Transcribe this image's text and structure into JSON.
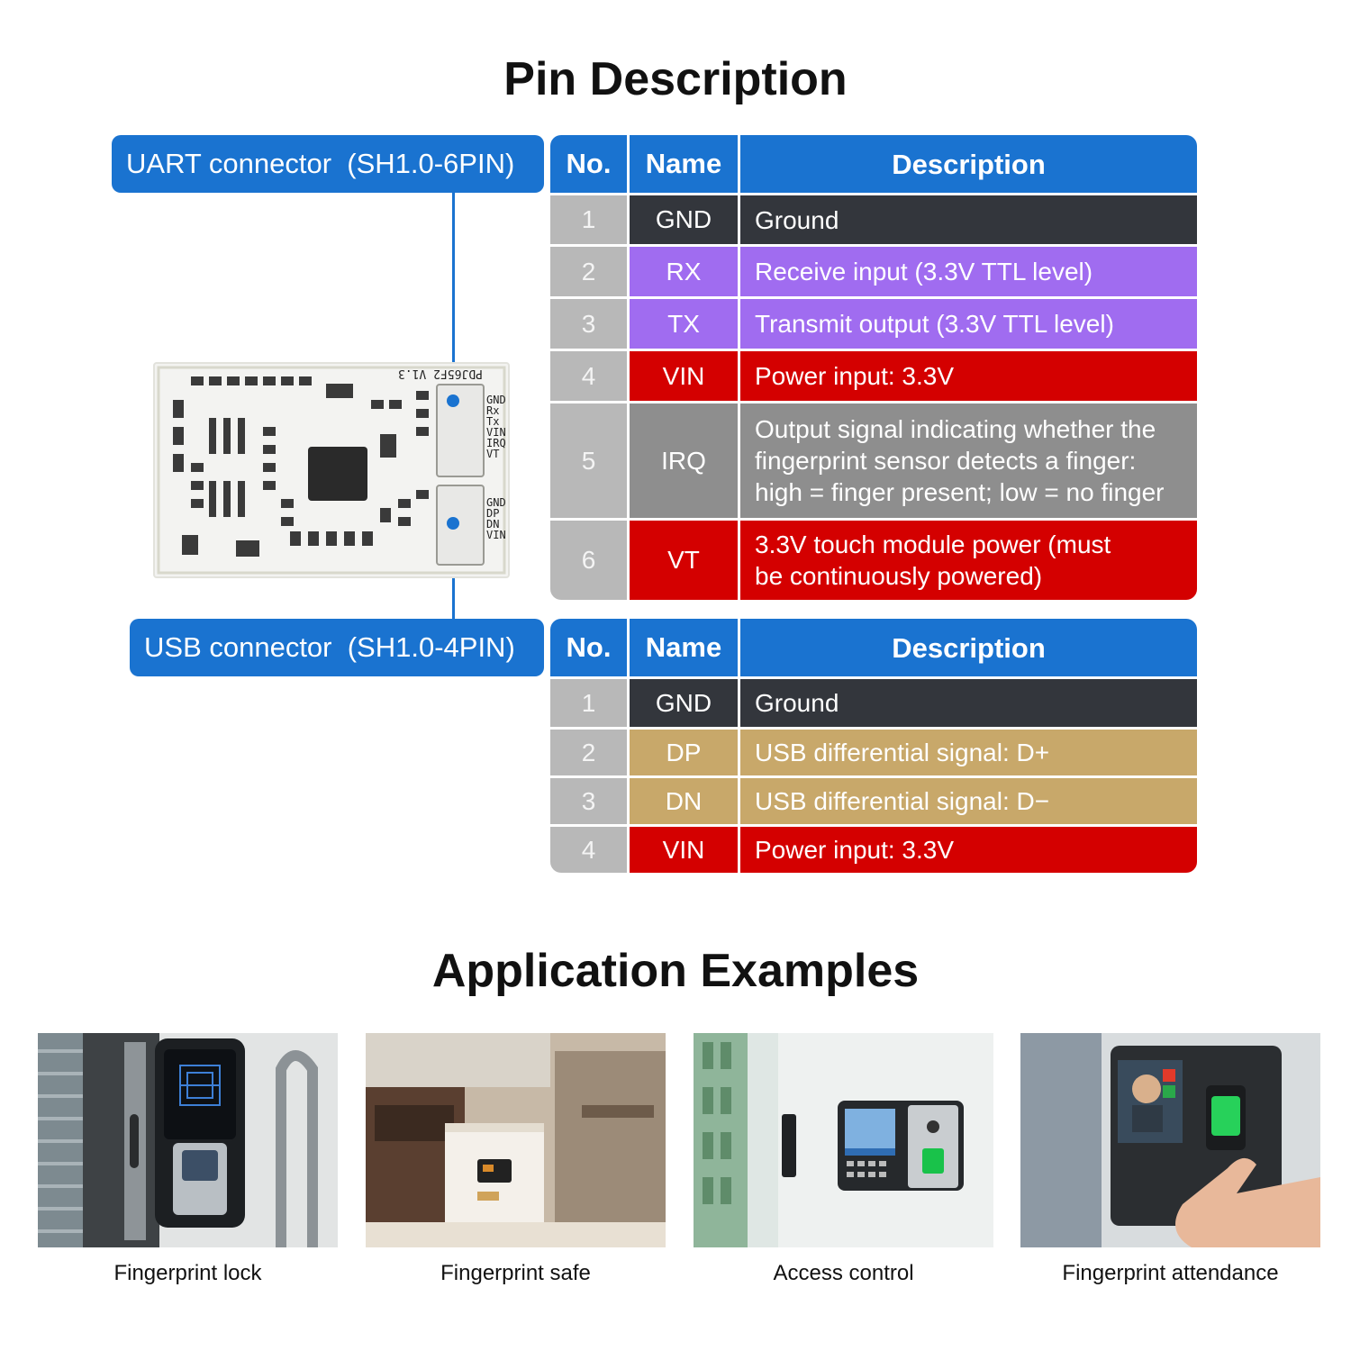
{
  "pin_description": {
    "title": "Pin Description",
    "uart": {
      "label": "UART connector  (SH1.0-6PIN)",
      "headers": {
        "no": "No.",
        "name": "Name",
        "description": "Description"
      },
      "rows": [
        {
          "no": "1",
          "name": "GND",
          "description": "Ground",
          "color": "#33363c"
        },
        {
          "no": "2",
          "name": "RX",
          "description": "Receive input (3.3V TTL level)",
          "color": "#a06cf0"
        },
        {
          "no": "3",
          "name": "TX",
          "description": "Transmit output (3.3V TTL level)",
          "color": "#a06cf0"
        },
        {
          "no": "4",
          "name": "VIN",
          "description": "Power input: 3.3V",
          "color": "#d40000"
        },
        {
          "no": "5",
          "name": "IRQ",
          "description": "Output signal indicating whether the fingerprint sensor detects a finger: high = finger present; low = no finger",
          "color": "#8e8e8e"
        },
        {
          "no": "6",
          "name": "VT",
          "description": "3.3V touch module power (must be continuously powered)",
          "color": "#d40000"
        }
      ]
    },
    "usb": {
      "label": "USB connector  (SH1.0-4PIN)",
      "headers": {
        "no": "No.",
        "name": "Name",
        "description": "Description"
      },
      "rows": [
        {
          "no": "1",
          "name": "GND",
          "description": "Ground",
          "color": "#33363c"
        },
        {
          "no": "2",
          "name": "DP",
          "description": "USB differential signal: D+",
          "color": "#c8a86a"
        },
        {
          "no": "3",
          "name": "DN",
          "description": "USB differential signal: D−",
          "color": "#c8a86a"
        },
        {
          "no": "4",
          "name": "VIN",
          "description": "Power input: 3.3V",
          "color": "#d40000"
        }
      ]
    },
    "board": {
      "model_text": "PDJ65F2 V1.3",
      "uart_silk": "GND\nRx\nTx\nVIN\nIRQ\nVT",
      "usb_silk": "GND\nDP\nDN\nVIN"
    }
  },
  "applications": {
    "title": "Application Examples",
    "items": [
      {
        "caption": "Fingerprint lock"
      },
      {
        "caption": "Fingerprint safe"
      },
      {
        "caption": "Access control"
      },
      {
        "caption": "Fingerprint attendance"
      }
    ]
  }
}
